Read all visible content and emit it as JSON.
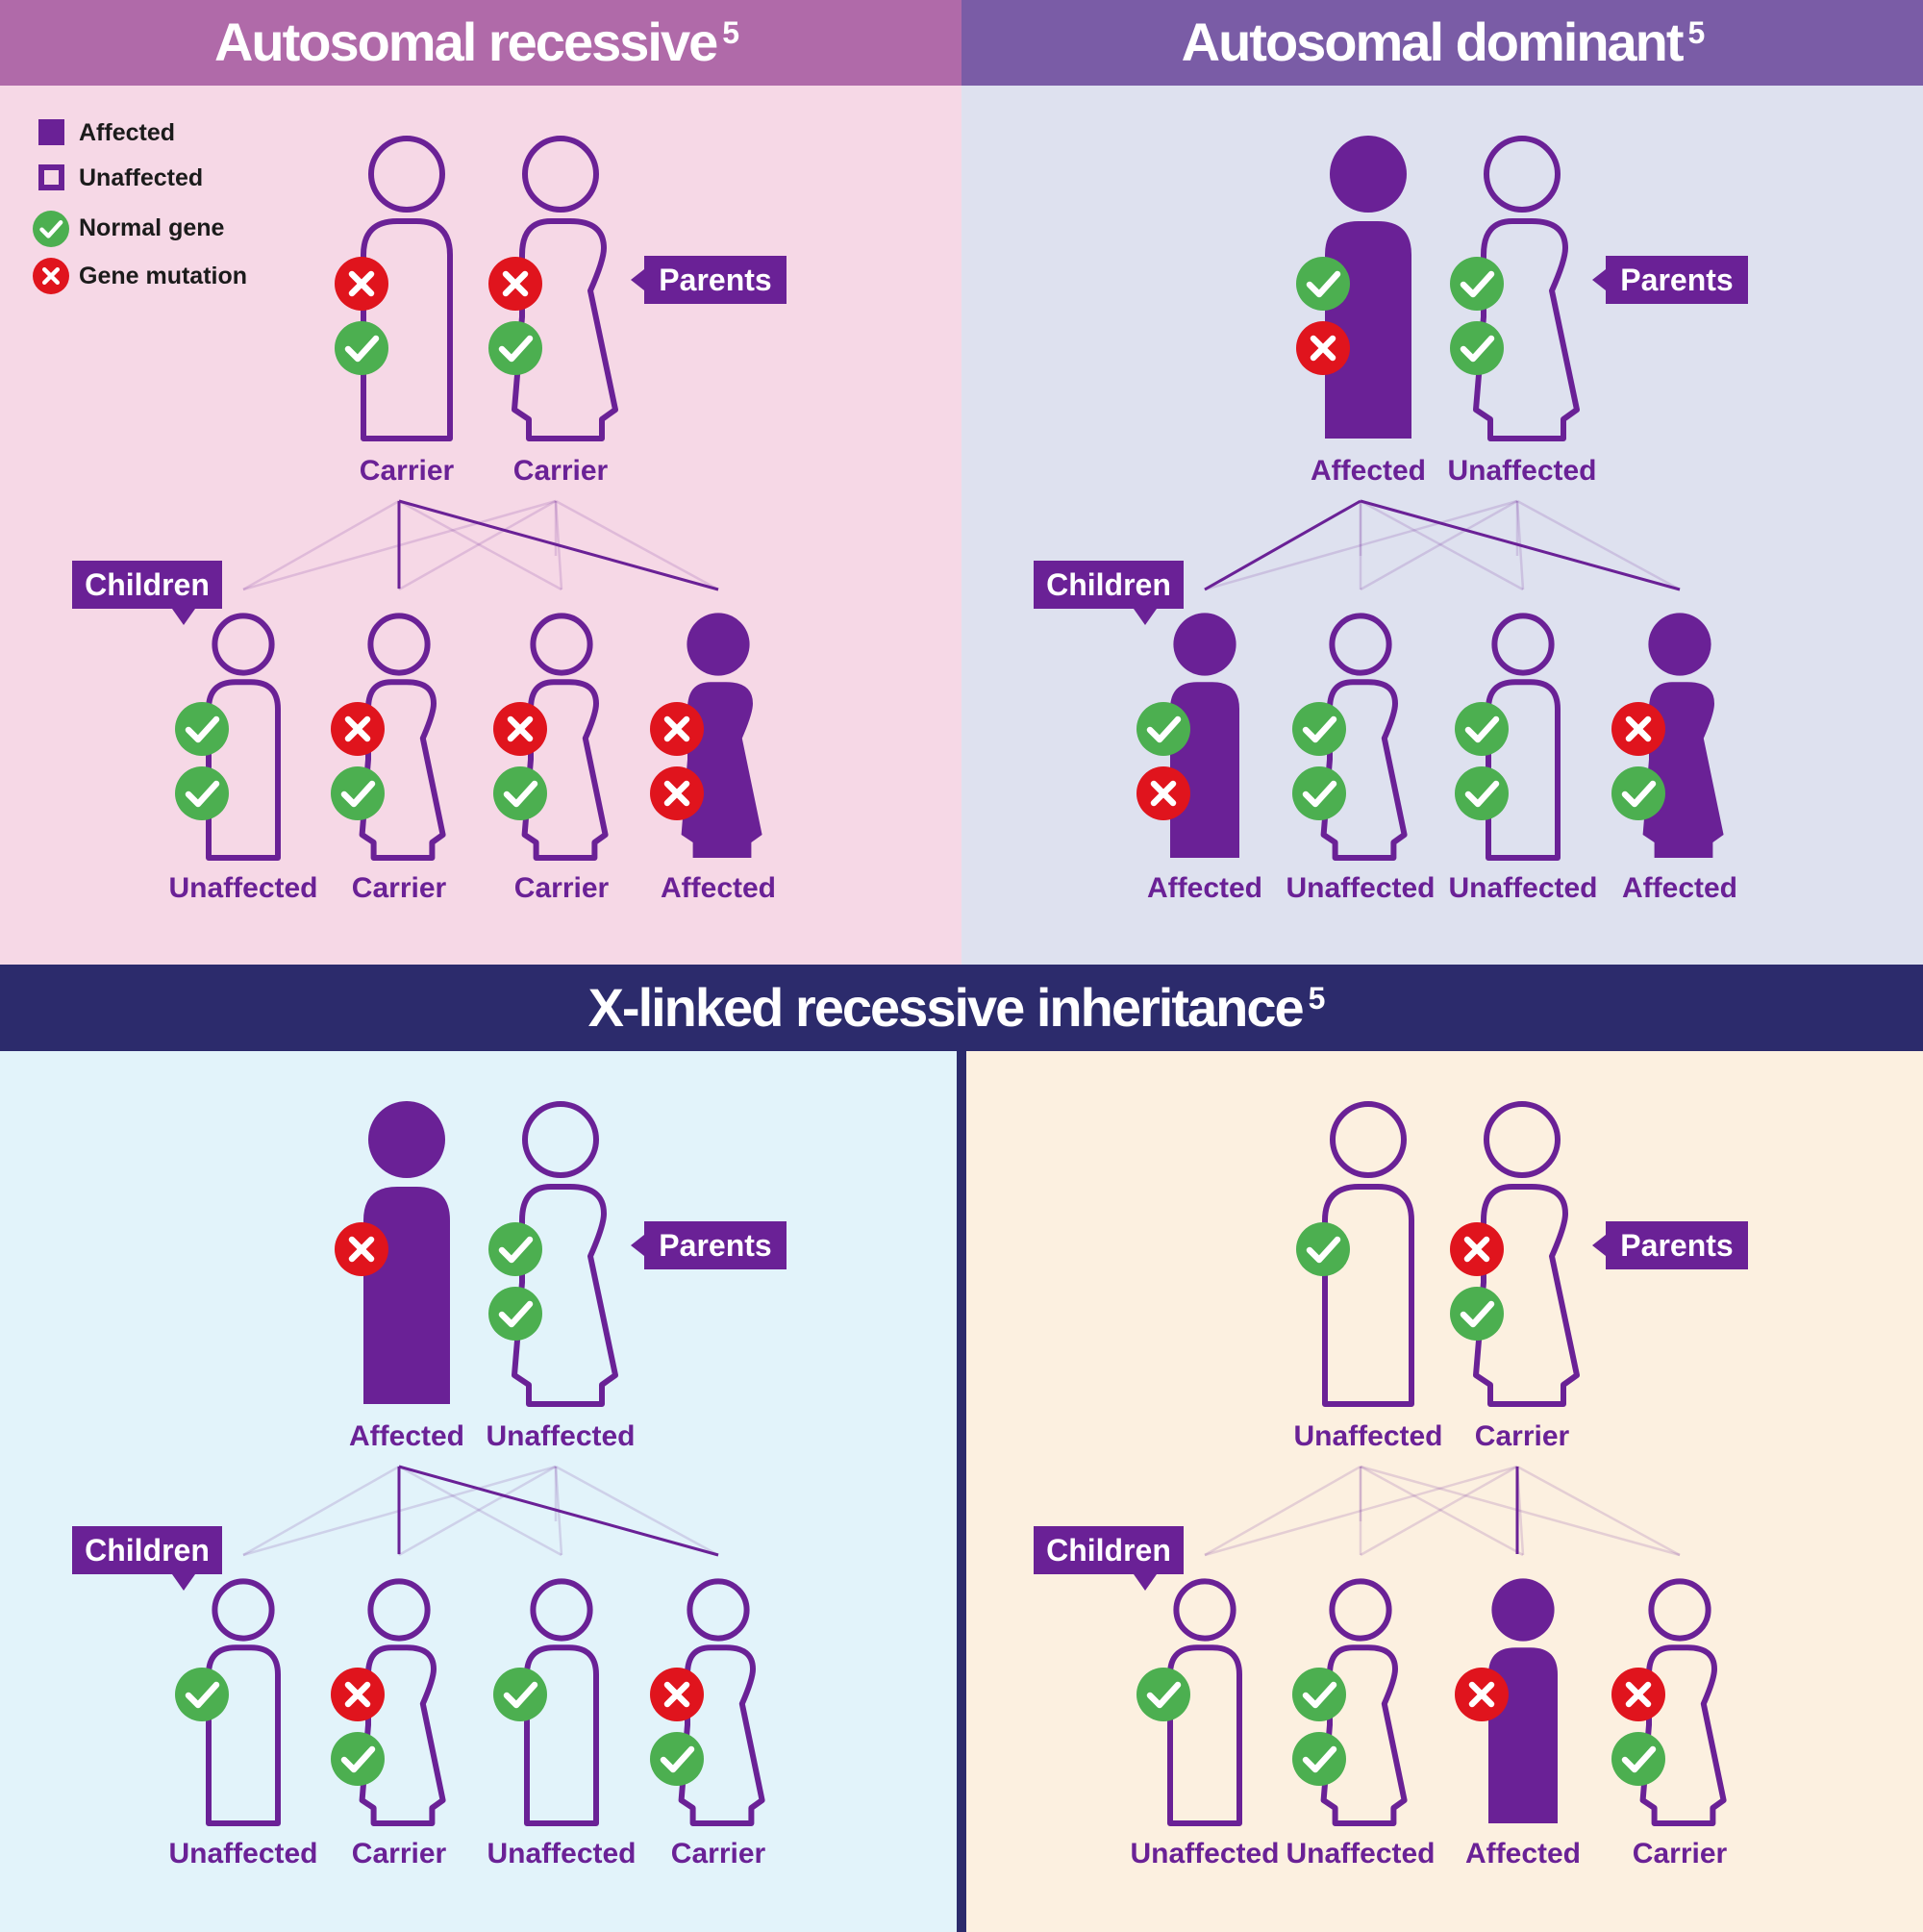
{
  "colors": {
    "purple": "#6a2196",
    "header_recessive": "#b06aa9",
    "header_dominant": "#7a5ca6",
    "header_xlinked": "#2c2b6c",
    "bg_recessive": "#f6d8e6",
    "bg_dominant": "#dee1ef",
    "bg_xlinked_left": "#e2f3fa",
    "bg_xlinked_right": "#fcf0e0",
    "normal_gene": "#4caf50",
    "gene_mutation": "#e0141d"
  },
  "legend": {
    "affected": "Affected",
    "unaffected": "Unaffected",
    "normal_gene": "Normal gene",
    "gene_mutation": "Gene mutation"
  },
  "tags": {
    "parents": "Parents",
    "children": "Children"
  },
  "panels": [
    {
      "id": "autosomal-recessive",
      "title": "Autosomal recessive",
      "title_sup": "5",
      "parents": [
        {
          "sex": "male",
          "filled": false,
          "genes": [
            "mutation",
            "normal"
          ],
          "label": "Carrier"
        },
        {
          "sex": "female",
          "filled": false,
          "genes": [
            "mutation",
            "normal"
          ],
          "label": "Carrier"
        }
      ],
      "children": [
        {
          "sex": "male",
          "filled": false,
          "genes": [
            "normal",
            "normal"
          ],
          "label": "Unaffected"
        },
        {
          "sex": "female",
          "filled": false,
          "genes": [
            "mutation",
            "normal"
          ],
          "label": "Carrier"
        },
        {
          "sex": "female",
          "filled": false,
          "genes": [
            "mutation",
            "normal"
          ],
          "label": "Carrier"
        },
        {
          "sex": "female",
          "filled": true,
          "genes": [
            "mutation",
            "mutation"
          ],
          "label": "Affected"
        }
      ]
    },
    {
      "id": "autosomal-dominant",
      "title": "Autosomal dominant",
      "title_sup": "5",
      "parents": [
        {
          "sex": "male",
          "filled": true,
          "genes": [
            "normal",
            "mutation"
          ],
          "label": "Affected"
        },
        {
          "sex": "female",
          "filled": false,
          "genes": [
            "normal",
            "normal"
          ],
          "label": "Unaffected"
        }
      ],
      "children": [
        {
          "sex": "male",
          "filled": true,
          "genes": [
            "normal",
            "mutation"
          ],
          "label": "Affected"
        },
        {
          "sex": "female",
          "filled": false,
          "genes": [
            "normal",
            "normal"
          ],
          "label": "Unaffected"
        },
        {
          "sex": "male",
          "filled": false,
          "genes": [
            "normal",
            "normal"
          ],
          "label": "Unaffected"
        },
        {
          "sex": "female",
          "filled": true,
          "genes": [
            "mutation",
            "normal"
          ],
          "label": "Affected"
        }
      ]
    },
    {
      "id": "x-linked-affected-father",
      "title": "X-linked recessive inheritance",
      "title_sup": "5",
      "parents": [
        {
          "sex": "male",
          "filled": true,
          "genes": [
            "mutation"
          ],
          "label": "Affected"
        },
        {
          "sex": "female",
          "filled": false,
          "genes": [
            "normal",
            "normal"
          ],
          "label": "Unaffected"
        }
      ],
      "children": [
        {
          "sex": "male",
          "filled": false,
          "genes": [
            "normal"
          ],
          "label": "Unaffected"
        },
        {
          "sex": "female",
          "filled": false,
          "genes": [
            "mutation",
            "normal"
          ],
          "label": "Carrier"
        },
        {
          "sex": "male",
          "filled": false,
          "genes": [
            "normal"
          ],
          "label": "Unaffected"
        },
        {
          "sex": "female",
          "filled": false,
          "genes": [
            "mutation",
            "normal"
          ],
          "label": "Carrier"
        }
      ]
    },
    {
      "id": "x-linked-carrier-mother",
      "parents": [
        {
          "sex": "male",
          "filled": false,
          "genes": [
            "normal"
          ],
          "label": "Unaffected"
        },
        {
          "sex": "female",
          "filled": false,
          "genes": [
            "mutation",
            "normal"
          ],
          "label": "Carrier"
        }
      ],
      "children": [
        {
          "sex": "male",
          "filled": false,
          "genes": [
            "normal"
          ],
          "label": "Unaffected"
        },
        {
          "sex": "female",
          "filled": false,
          "genes": [
            "normal",
            "normal"
          ],
          "label": "Unaffected"
        },
        {
          "sex": "male",
          "filled": true,
          "genes": [
            "mutation"
          ],
          "label": "Affected"
        },
        {
          "sex": "female",
          "filled": false,
          "genes": [
            "mutation",
            "normal"
          ],
          "label": "Carrier"
        }
      ]
    }
  ]
}
